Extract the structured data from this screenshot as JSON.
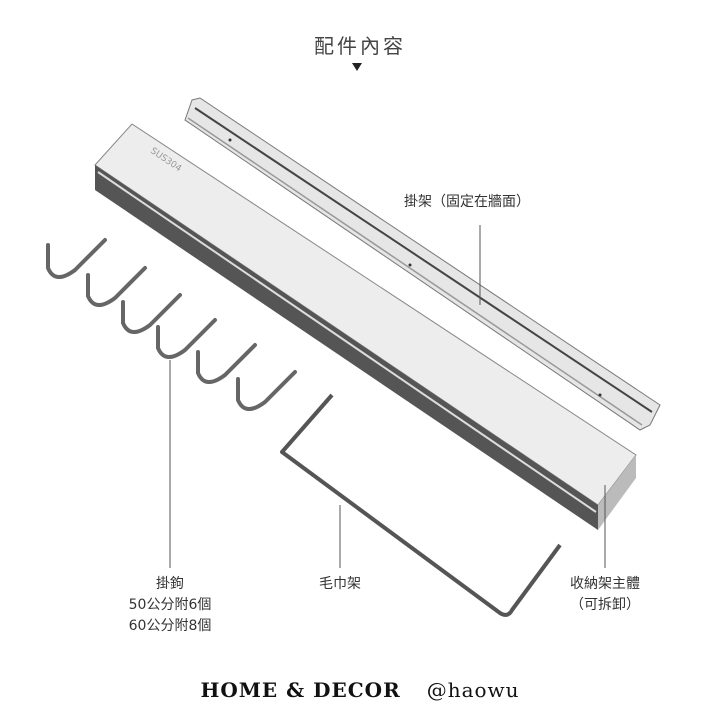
{
  "title": "配件內容",
  "labels": {
    "rail": "掛架（固定在牆面）",
    "hooks": [
      "掛鉤",
      "50公分附6個",
      "60公分附8個"
    ],
    "towel_bar": "毛巾架",
    "body": [
      "收納架主體",
      "（可拆卸）"
    ]
  },
  "engraving": "SUS304",
  "footer": {
    "brand": "HOME & DECOR",
    "handle": "@haowu"
  }
}
